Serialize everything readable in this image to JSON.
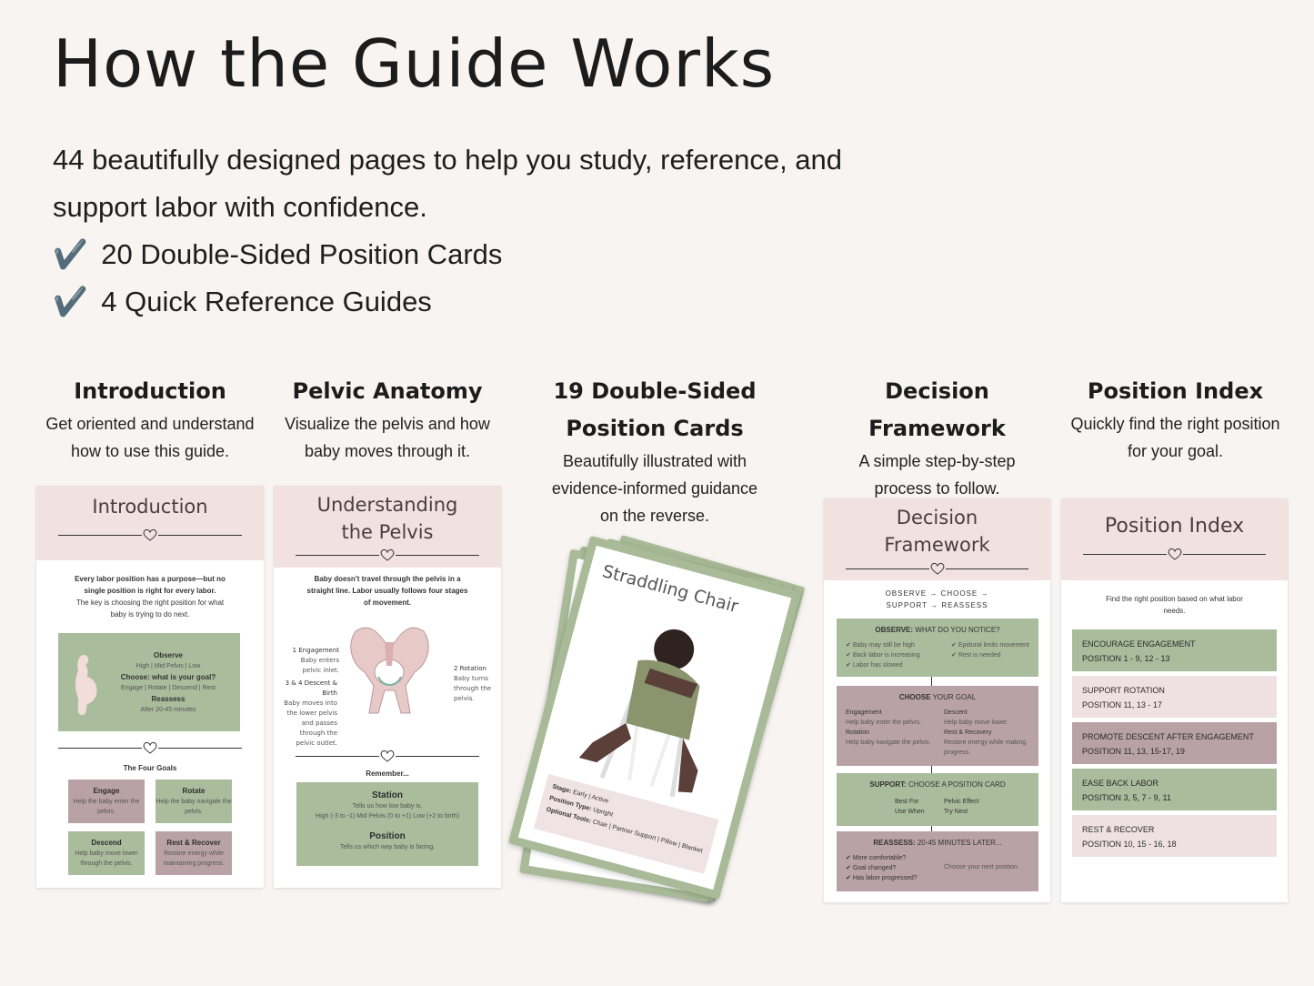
{
  "title": "How the Guide Works",
  "intro": {
    "line1": "44 beautifully designed pages to help you study, reference, and",
    "line2": "support labor with confidence.",
    "check1": "20 Double-Sided Position Cards",
    "check2": "4 Quick Reference Guides",
    "check_glyph": "✔️"
  },
  "columns": [
    {
      "title": "Introduction",
      "desc1": "Get oriented and understand",
      "desc2": "how to use this guide."
    },
    {
      "title": "Pelvic Anatomy",
      "desc1": "Visualize the pelvis and how",
      "desc2": "baby moves through it."
    },
    {
      "title1": "19 Double-Sided",
      "title2": "Position Cards",
      "desc1": "Beautifully illustrated with",
      "desc2": "evidence-informed guidance",
      "desc3": "on the reverse."
    },
    {
      "title": "Decision Framework",
      "desc1": "A simple step-by-step",
      "desc2": "process to follow."
    },
    {
      "title": "Position Index",
      "desc1": "Quickly find the right position",
      "desc2": "for your goal."
    }
  ],
  "intro_page": {
    "heading": "Introduction",
    "p1": "Every labor position has a purpose—but no",
    "p2": "single position is right for every labor.",
    "p3": "The key is choosing the right position for what",
    "p4": "baby is trying to do next.",
    "observe": "Observe",
    "observe_sub": "High | Mid Pelvis | Low",
    "choose": "Choose: what is your goal?",
    "choose_sub": "Engage | Rotate | Descend | Rest",
    "reassess": "Reassess",
    "reassess_sub": "After 20-45 minutes",
    "goals_title": "The Four Goals",
    "goals": [
      {
        "name": "Engage",
        "desc": "Help the baby enter the pelvis."
      },
      {
        "name": "Rotate",
        "desc": "Help the baby navigate the pelvis."
      },
      {
        "name": "Descend",
        "desc": "Help baby move lower through the pelvis."
      },
      {
        "name": "Rest & Recover",
        "desc": "Restore energy while maintaining progress."
      }
    ]
  },
  "pelvis_page": {
    "heading1": "Understanding",
    "heading2": "the Pelvis",
    "p1": "Baby doesn't travel through the pelvis in a",
    "p2": "straight line. Labor usually follows four stages",
    "p3": "of movement.",
    "label1_title": "1 Engagement",
    "label1_desc": "Baby enters pelvic inlet.",
    "label2_title": "2 Rotation",
    "label2_desc": "Baby turns through the pelvis.",
    "label3_title": "3 & 4 Descent & Birth",
    "label3_desc": "Baby moves into the lower pelvis and passes through the pelvic outlet.",
    "remember": "Remember...",
    "station": "Station",
    "station_d1": "Tells us how low baby is.",
    "station_d2": "High (-3 to -1) Mid Pelvis (0 to +1) Low (+2 to birth)",
    "position": "Position",
    "position_d": "Tells us which way baby is facing."
  },
  "card": {
    "title": "Straddling Chair",
    "stage_label": "Stage:",
    "stage": "Early | Active",
    "ptype_label": "Position Type:",
    "ptype": "Upright",
    "tools_label": "Optional Tools:",
    "tools": "Chair | Partner Support | Pillow | Blanket",
    "peek": "llow"
  },
  "decision_page": {
    "heading1": "Decision",
    "heading2": "Framework",
    "flow1": "OBSERVE → CHOOSE →",
    "flow2": "SUPPORT → REASSESS",
    "observe_title": "OBSERVE:",
    "observe_q": "WHAT DO YOU NOTICE?",
    "obs_left": [
      "Baby may still be high",
      "Back labor is increasing",
      "Labor has slowed"
    ],
    "obs_right": [
      "Epidural limits movement",
      "Rest is needed"
    ],
    "choose_title": "CHOOSE",
    "choose_rest": "YOUR GOAL",
    "goals_left": [
      [
        "Engagement",
        "Help baby enter the pelvis."
      ],
      [
        "Rotation",
        "Help baby navigate the pelvis."
      ]
    ],
    "goals_right": [
      [
        "Descent",
        "Help baby move lower."
      ],
      [
        "Rest & Recovery",
        "Restore energy while making progress."
      ]
    ],
    "support_title": "SUPPORT:",
    "support_rest": "CHOOSE A POSITION CARD",
    "best_for": "Best For",
    "use_when": "Use When",
    "pelvic_effect": "Pelvic Effect",
    "try_next": "Try Next",
    "reassess_title": "REASSESS:",
    "reassess_rest": "20-45 MINUTES LATER...",
    "reassess_items": [
      "More comfortable?",
      "Goal changed?",
      "Has labor progressed?"
    ],
    "reassess_note": "Choose your next position."
  },
  "index_page": {
    "heading": "Position Index",
    "intro1": "Find the right position based on what labor",
    "intro2": "needs.",
    "items": [
      {
        "title": "ENCOURAGE ENGAGEMENT",
        "positions": "POSITION 1 - 9, 12 - 13",
        "color": "#a9bc9c"
      },
      {
        "title": "SUPPORT ROTATION",
        "positions": "POSITION 11, 13 - 17",
        "color": "#efe1e1"
      },
      {
        "title": "PROMOTE DESCENT AFTER ENGAGEMENT",
        "positions": "POSITION 11, 13, 15-17, 19",
        "color": "#b9a2a6"
      },
      {
        "title": "EASE BACK LABOR",
        "positions": "POSITION 3, 5, 7 - 9, 11",
        "color": "#a9bc9c"
      },
      {
        "title": "REST & RECOVER",
        "positions": "POSITION 10, 15 - 16, 18",
        "color": "#efe1e1"
      }
    ]
  }
}
